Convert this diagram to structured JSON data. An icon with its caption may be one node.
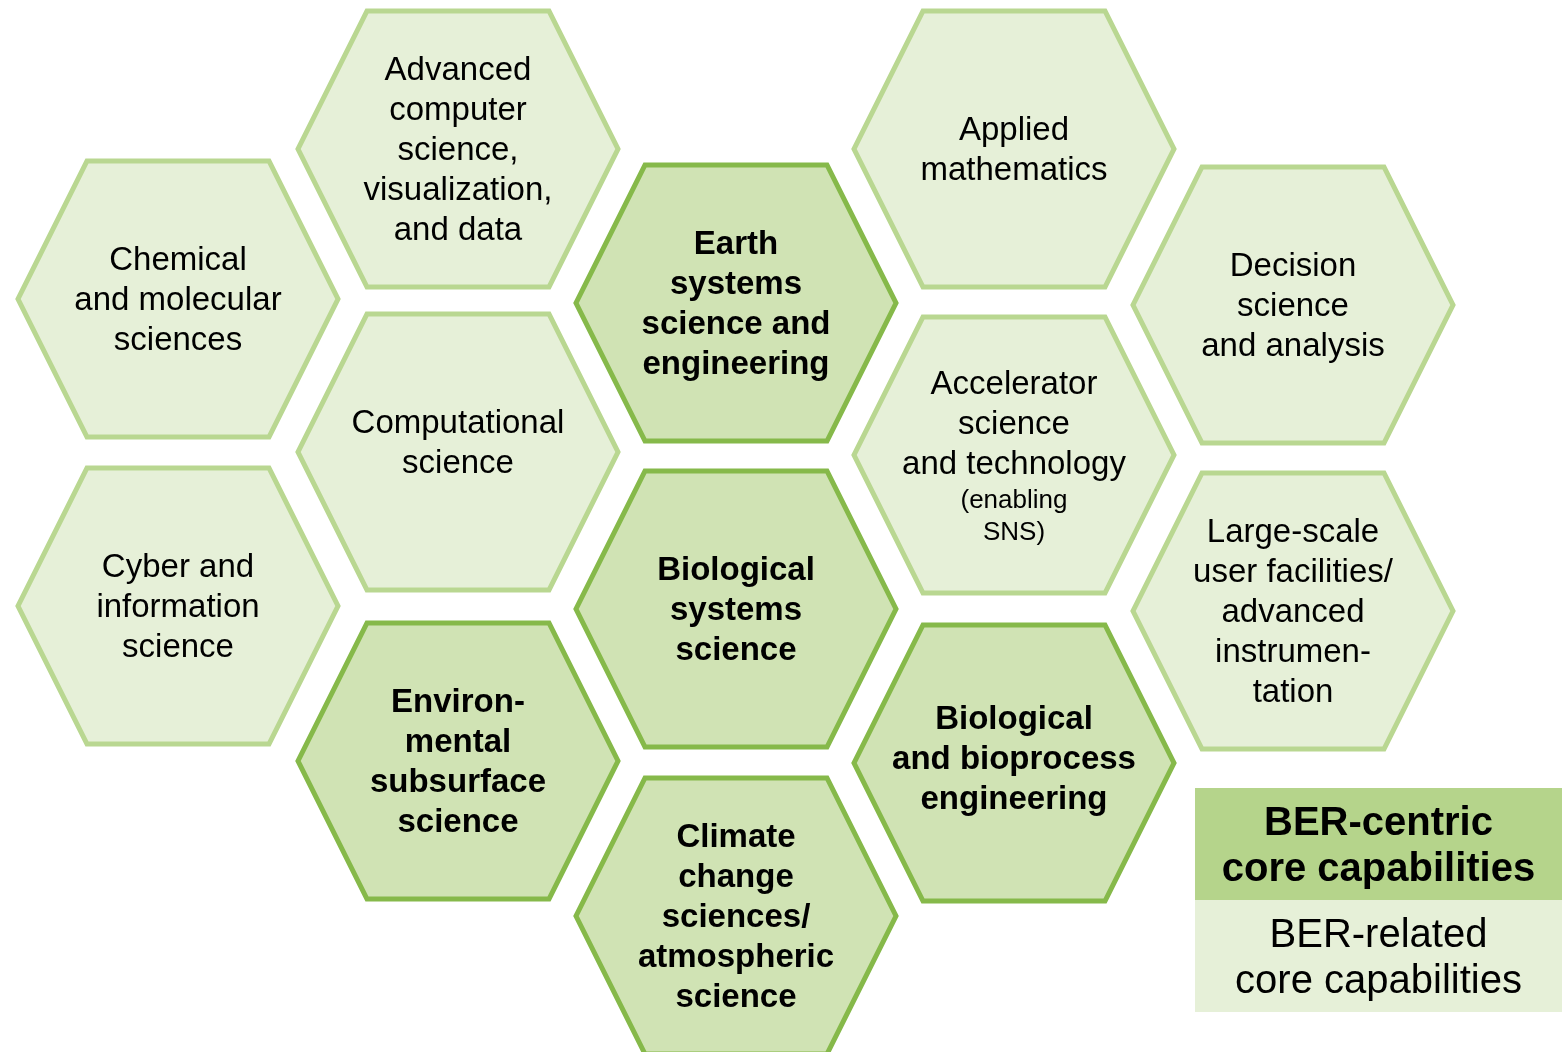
{
  "diagram": {
    "nodes": [
      {
        "text": [
          "Chemical and molecular sciences"
        ]
      },
      {
        "text": [
          "Cyber and information science"
        ]
      },
      {
        "text": [
          "Advanced computer science, visualization, and data"
        ]
      },
      {
        "text": [
          "Computational science"
        ]
      },
      {
        "text": [
          "Environ-mental subsurface science"
        ]
      },
      {
        "text": [
          "Earth systems science and engineering"
        ]
      },
      {
        "text": [
          "Biological systems science"
        ]
      },
      {
        "text": [
          "Climate change sciences/ atmospheric science"
        ]
      },
      {
        "text": [
          "Applied mathematics"
        ]
      },
      {
        "text": [
          "Accelerator science and technology",
          "(enabling SNS)"
        ]
      },
      {
        "text": [
          "Biological and bioprocess engineering"
        ]
      },
      {
        "text": [
          "Decision science and analysis"
        ]
      },
      {
        "text": [
          "Large-scale user facilities/ advanced instrumen-tation"
        ]
      }
    ],
    "legend": [
      {
        "text": "BER-centric core capabilities",
        "color": "#b5d48b"
      },
      {
        "text": "BER-related core capabilities",
        "color": "#e6f0d8"
      }
    ]
  }
}
